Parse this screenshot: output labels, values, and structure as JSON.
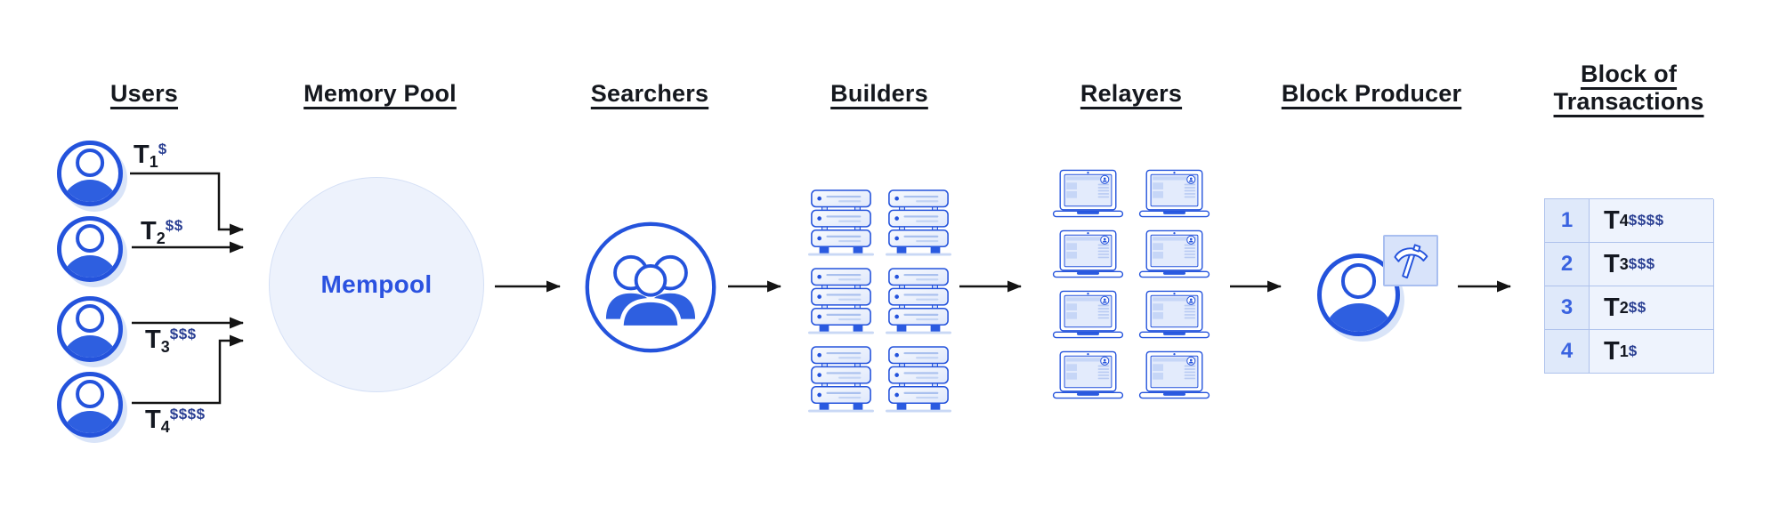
{
  "headers": {
    "users": "Users",
    "memory_pool": "Memory Pool",
    "searchers": "Searchers",
    "builders": "Builders",
    "relayers": "Relayers",
    "block_producer": "Block Producer",
    "block_of_transactions": "Block of Transactions"
  },
  "mempool": {
    "label": "Mempool"
  },
  "users": {
    "transactions": [
      {
        "t": "T",
        "sub": "1",
        "fee": "$"
      },
      {
        "t": "T",
        "sub": "2",
        "fee": "$$"
      },
      {
        "t": "T",
        "sub": "3",
        "fee": "$$$"
      },
      {
        "t": "T",
        "sub": "4",
        "fee": "$$$$"
      }
    ]
  },
  "block": {
    "rows": [
      {
        "position": "1",
        "t": "T",
        "sub": "4",
        "fee": "$$$$"
      },
      {
        "position": "2",
        "t": "T",
        "sub": "3",
        "fee": "$$$"
      },
      {
        "position": "3",
        "t": "T",
        "sub": "2",
        "fee": "$$"
      },
      {
        "position": "4",
        "t": "T",
        "sub": "1",
        "fee": "$"
      }
    ]
  },
  "icons": {
    "user_avatar": "user-avatar-icon",
    "searchers_group": "people-group-icon",
    "server_rack": "server-rack-icon",
    "laptop": "laptop-icon",
    "block_producer": "miner-avatar-icon",
    "pickaxe": "pickaxe-icon"
  },
  "colors": {
    "accent": "#2453dc",
    "accent_fill": "#2e5fe0",
    "mempool_fill": "#edf2fc",
    "mempool_text": "#2b52e0",
    "fee_text": "#2a3f93",
    "table_number_bg": "#dfe9fa",
    "table_cell_bg": "#eef3fd",
    "table_border": "#aec2ec",
    "arrow": "#141414",
    "heading_text": "#15181e"
  }
}
